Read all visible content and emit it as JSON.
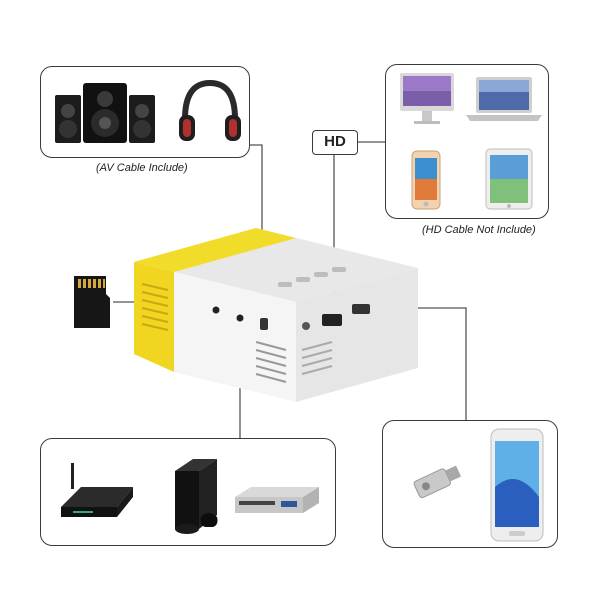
{
  "captions": {
    "av_cable": "(AV Cable Include)",
    "hd_cable": "(HD Cable Not Include)"
  },
  "labels": {
    "hd": "HD"
  },
  "colors": {
    "projector_yellow": "#f2dc2a",
    "projector_white": "#f4f4f4",
    "border": "#3a3a3a",
    "line": "#555555"
  },
  "icons": [
    "speakers-icon",
    "headphones-icon",
    "imac-icon",
    "laptop-icon",
    "iphone-icon",
    "ipad-icon",
    "microsd-card-icon",
    "router-box-icon",
    "game-console-icon",
    "dvd-player-icon",
    "usb-drive-icon",
    "smartphone-icon",
    "mini-projector-icon"
  ]
}
